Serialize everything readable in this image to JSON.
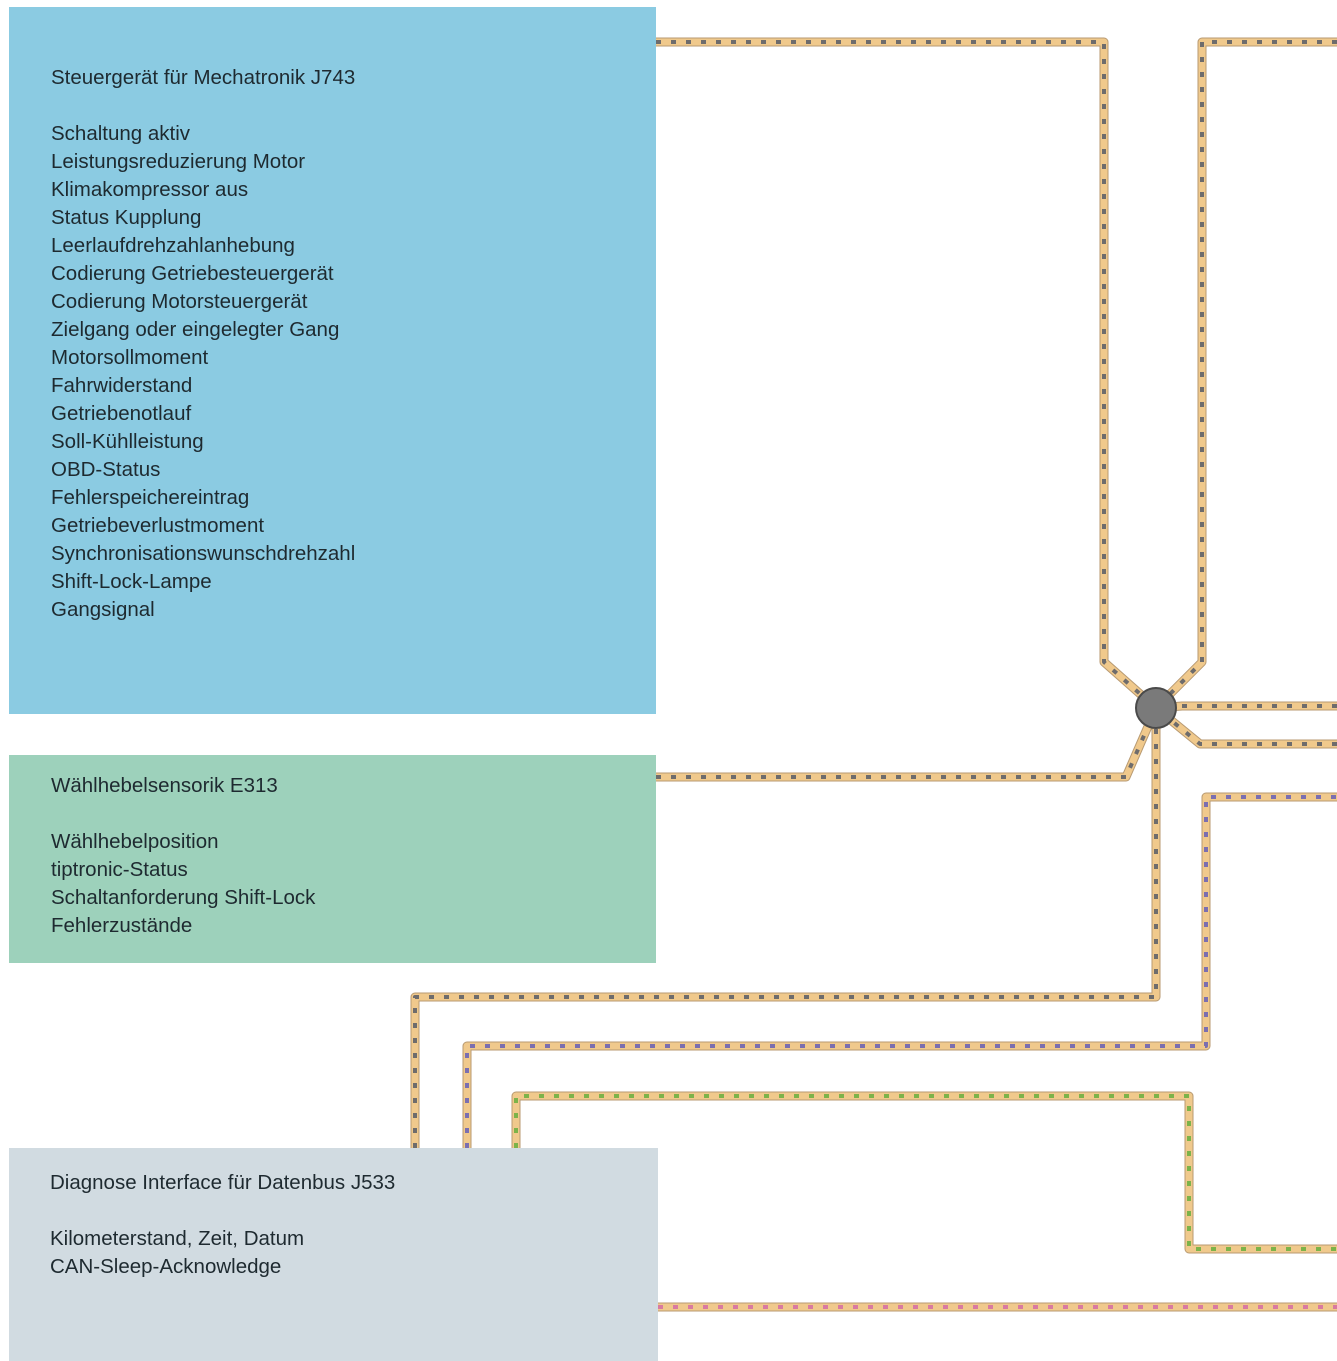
{
  "colors": {
    "j743_box": "#8bcbe2",
    "e313_box": "#9dd1bb",
    "j533_box": "#d1dbe1",
    "bus_base": "#f0c98c",
    "stripe_dark": "#6e6c6c",
    "stripe_violet": "#7b6fb0",
    "stripe_green": "#7cb34a",
    "stripe_pink": "#d97aa0",
    "node": "#7a7a7a"
  },
  "j743": {
    "title": "Steuergerät für Mechatronik J743",
    "items": [
      "Schaltung aktiv",
      "Leistungsreduzierung Motor",
      "Klimakompressor aus",
      "Status Kupplung",
      "Leerlaufdrehzahlanhebung",
      "Codierung Getriebesteuergerät",
      "Codierung Motorsteuergerät",
      "Zielgang oder eingelegter Gang",
      "Motorsollmoment",
      "Fahrwiderstand",
      "Getriebenotlauf",
      "Soll-Kühlleistung",
      "OBD-Status",
      "Fehlerspeichereintrag",
      "Getriebeverlustmoment",
      "Synchronisationswunschdrehzahl",
      "Shift-Lock-Lampe",
      "Gangsignal"
    ]
  },
  "e313": {
    "title": "Wählhebelsensorik E313",
    "items": [
      "Wählhebelposition",
      "tiptronic-Status",
      "Schaltanforderung Shift-Lock",
      "Fehlerzustände"
    ]
  },
  "j533": {
    "title": "Diagnose Interface für Datenbus J533",
    "items": [
      "Kilometerstand, Zeit, Datum",
      "CAN-Sleep-Acknowledge"
    ]
  }
}
